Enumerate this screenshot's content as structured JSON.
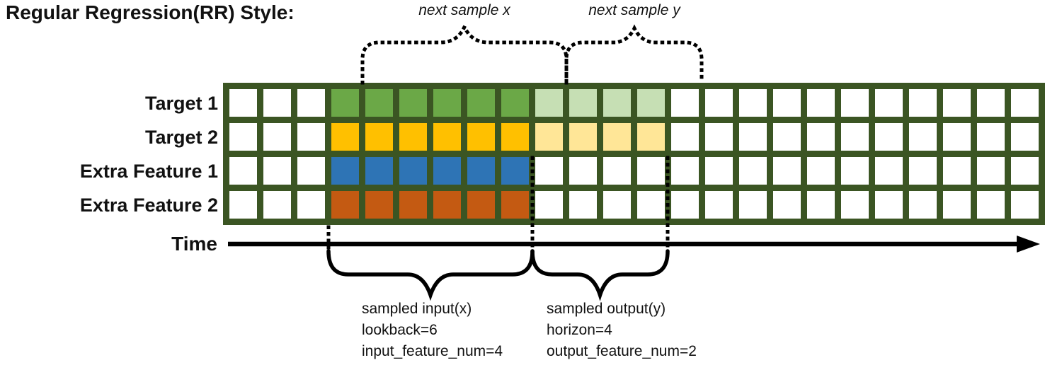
{
  "title": "Regular Regression(RR) Style:",
  "annotations": {
    "next_sample_x": "next sample x",
    "next_sample_y": "next sample y",
    "time_label": "Time",
    "sampled_input": {
      "lines": [
        "sampled input(x)",
        "lookback=6",
        "input_feature_num=4"
      ]
    },
    "sampled_output": {
      "lines": [
        "sampled output(y)",
        "horizon=4",
        "output_feature_num=2"
      ]
    }
  },
  "grid": {
    "columns_total": 24,
    "lead_empty_cols": 3,
    "lookback": 6,
    "horizon": 4,
    "border_color": "#3b5523",
    "empty_cell_color": "#ffffff",
    "rows": [
      {
        "label": "Target 1",
        "lookback_color": "#6ba847",
        "horizon_color": "#c6dfb4"
      },
      {
        "label": "Target 2",
        "lookback_color": "#ffc000",
        "horizon_color": "#ffe697"
      },
      {
        "label": "Extra Feature 1",
        "lookback_color": "#2e74b5",
        "horizon_color": null
      },
      {
        "label": "Extra Feature 2",
        "lookback_color": "#c45a12",
        "horizon_color": null
      }
    ]
  },
  "line_color": "#000000"
}
